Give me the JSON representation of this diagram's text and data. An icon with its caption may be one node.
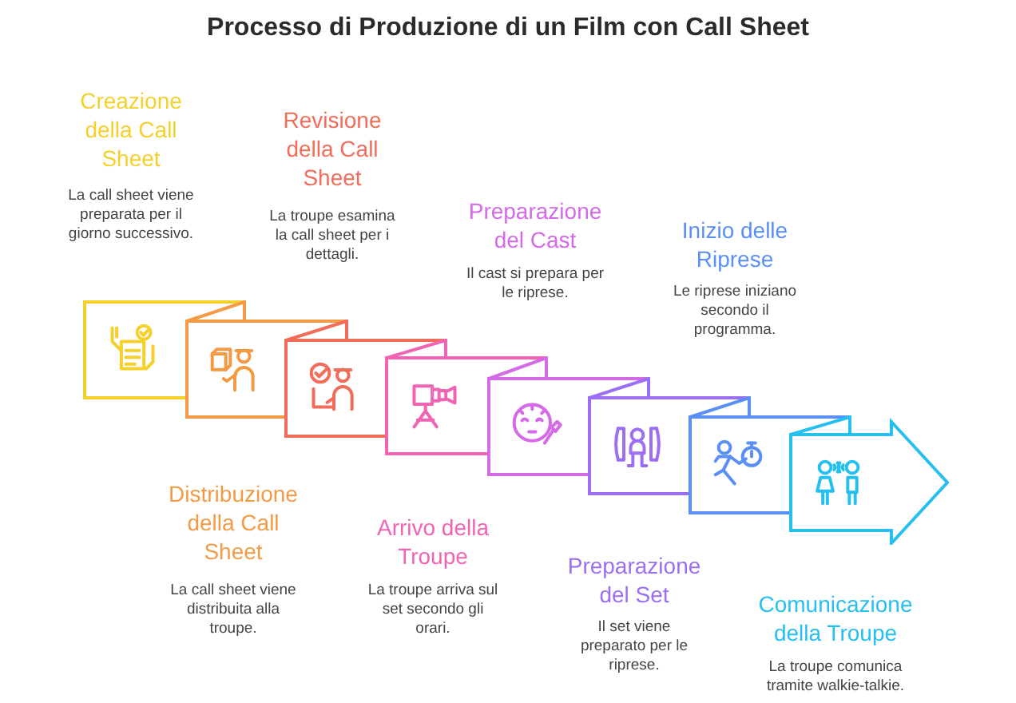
{
  "diagram": {
    "title": "Processo di Produzione di un Film con Call Sheet",
    "nodes": [
      {
        "text": [],
        "shape": "box",
        "beside": [
          "Creazione della Call Sheet",
          "La call sheet viene preparata per il giorno successivo."
        ]
      },
      {
        "text": [],
        "shape": "box",
        "beside": [
          "Distribuzione della Call Sheet",
          "La call sheet viene distribuita alla troupe."
        ]
      },
      {
        "text": [],
        "shape": "box",
        "beside": [
          "Revisione della Call Sheet",
          "La troupe esamina la call sheet per i dettagli."
        ]
      },
      {
        "text": [],
        "shape": "box",
        "beside": [
          "Arrivo della Troupe",
          "La troupe arriva sul set secondo gli orari."
        ]
      },
      {
        "text": [],
        "shape": "box",
        "beside": [
          "Preparazione del Cast",
          "Il cast si prepara per le riprese."
        ]
      },
      {
        "text": [],
        "shape": "box",
        "beside": [
          "Preparazione del Set",
          "Il set viene preparato per le riprese."
        ]
      },
      {
        "text": [],
        "shape": "box",
        "beside": [
          "Inizio delle Riprese",
          "Le riprese iniziano secondo il programma."
        ]
      },
      {
        "text": [],
        "shape": "arrow",
        "beside": [
          "Comunicazione della Troupe",
          "La troupe comunica tramite walkie-talkie."
        ]
      }
    ]
  }
}
